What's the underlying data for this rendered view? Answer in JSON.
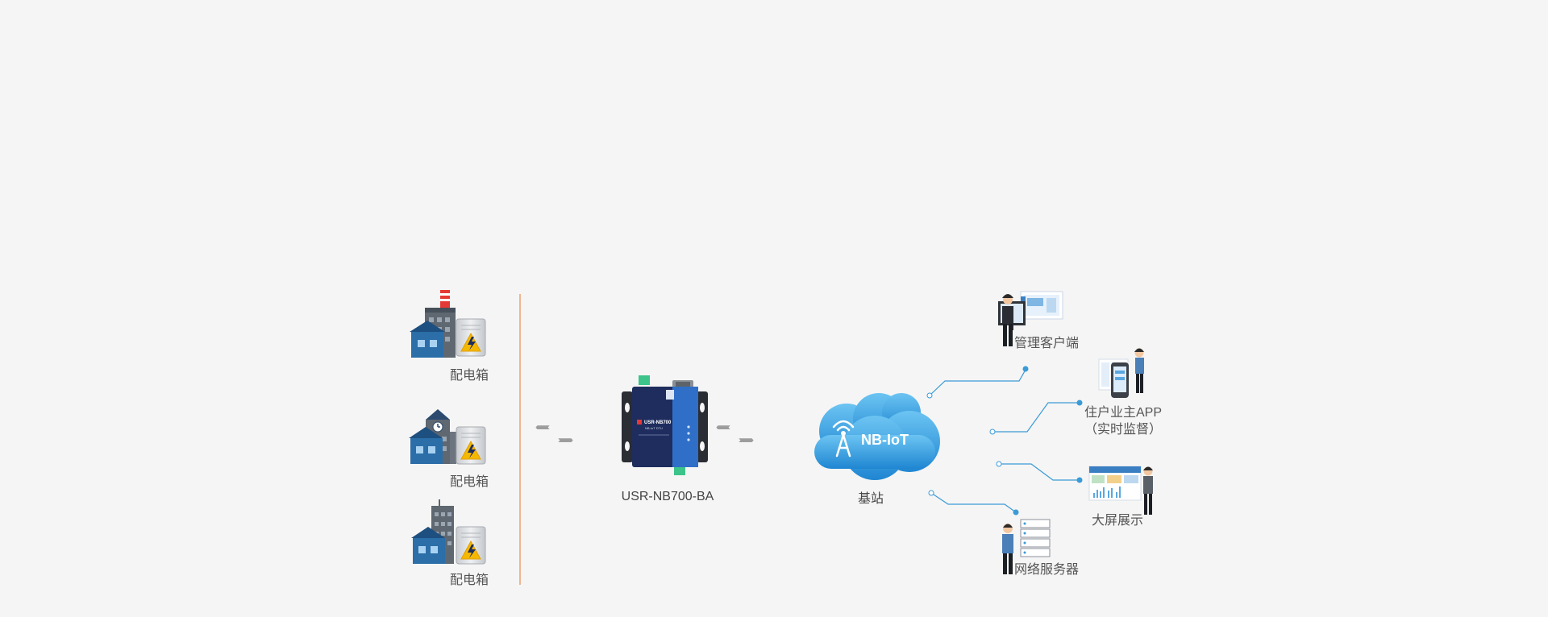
{
  "sources": [
    {
      "label": "配电箱"
    },
    {
      "label": "配电箱"
    },
    {
      "label": "配电箱"
    }
  ],
  "device": {
    "label": "USR-NB700-BA",
    "brand": "USR-NB700",
    "sub": "NB-IoT DTU"
  },
  "network": {
    "cloud_text": "NB-IoT",
    "station_label": "基站"
  },
  "clients": {
    "management": "管理客户端",
    "app_line1": "住户业主APP",
    "app_line2": "（实时监督）",
    "screen": "大屏展示",
    "server": "网络服务器"
  },
  "colors": {
    "building_blue": "#2b6ea8",
    "building_gray": "#5f6770",
    "cloud_blue": "#2b98dd",
    "line_blue": "#3a9bd6",
    "divider_orange": "#f0a070",
    "device_navy": "#1e2d5e"
  }
}
